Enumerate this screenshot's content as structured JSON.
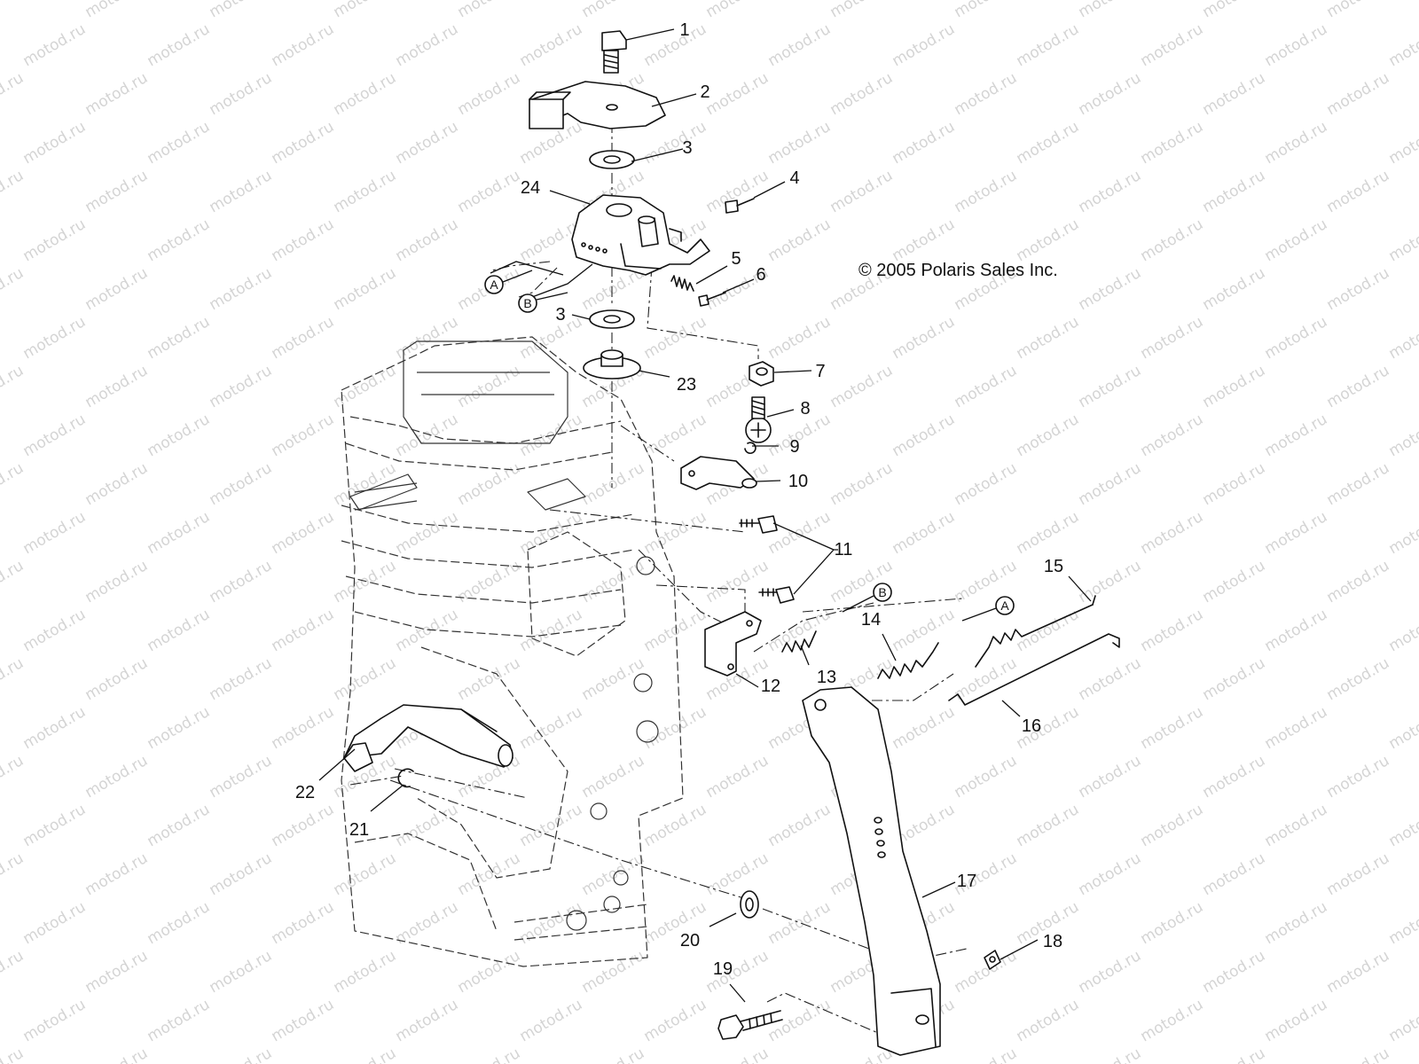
{
  "copyright": "© 2005 Polaris Sales Inc.",
  "watermark": "motod.ru",
  "callouts": [
    {
      "num": "1",
      "part": "bolt"
    },
    {
      "num": "2",
      "part": "cover-plate"
    },
    {
      "num": "3",
      "part": "washer-upper"
    },
    {
      "num": "24",
      "part": "governor-arm-assembly"
    },
    {
      "num": "4",
      "part": "screw"
    },
    {
      "num": "5",
      "part": "spring-small"
    },
    {
      "num": "6",
      "part": "adjust-screw"
    },
    {
      "num": "3",
      "part": "washer-lower"
    },
    {
      "num": "23",
      "part": "bushing-washer"
    },
    {
      "num": "7",
      "part": "nut"
    },
    {
      "num": "8",
      "part": "screw-large"
    },
    {
      "num": "9",
      "part": "e-clip"
    },
    {
      "num": "10",
      "part": "bracket"
    },
    {
      "num": "11",
      "part": "bolts"
    },
    {
      "num": "12",
      "part": "bracket-plate"
    },
    {
      "num": "13",
      "part": "spring-short"
    },
    {
      "num": "14",
      "part": "spring-long"
    },
    {
      "num": "15",
      "part": "spring-rod"
    },
    {
      "num": "16",
      "part": "link-rod"
    },
    {
      "num": "17",
      "part": "lever"
    },
    {
      "num": "18",
      "part": "clip"
    },
    {
      "num": "19",
      "part": "bolt-lever"
    },
    {
      "num": "20",
      "part": "washer-lever"
    },
    {
      "num": "21",
      "part": "circlip"
    },
    {
      "num": "22",
      "part": "shaft"
    }
  ],
  "reference_markers": [
    "A",
    "B",
    "B",
    "A"
  ]
}
